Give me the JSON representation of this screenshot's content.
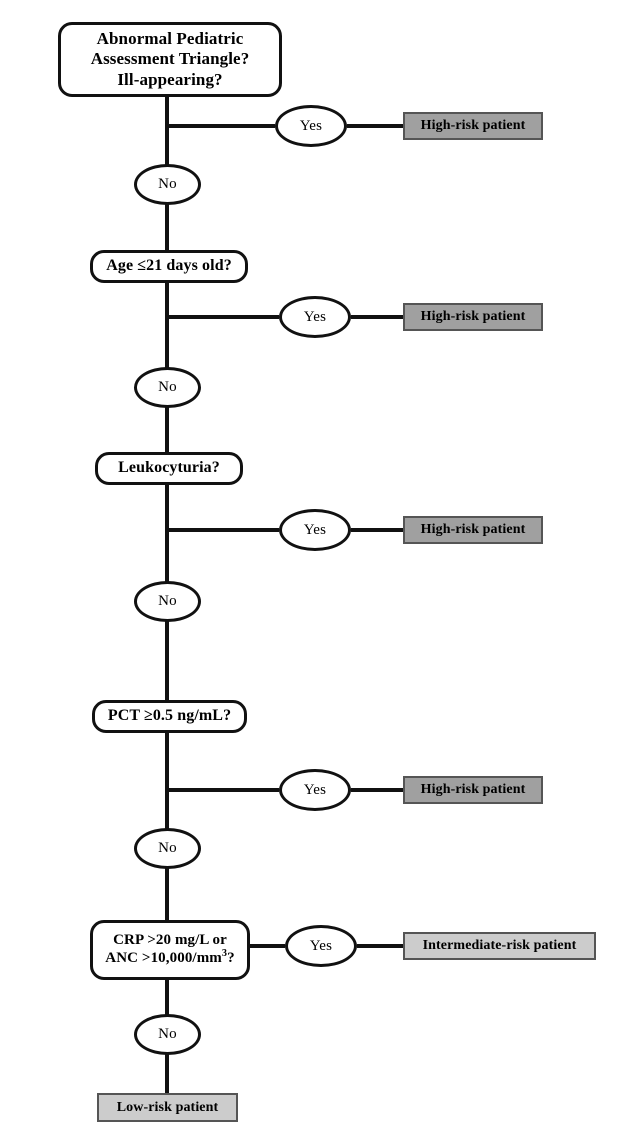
{
  "diagram": {
    "title": "Pediatric febrile infant risk stratification flowchart",
    "colors": {
      "stroke": "#111111",
      "high_risk_fill": "#a0a0a0",
      "intermediate_risk_fill": "#cccccc",
      "low_risk_fill": "#cccccc",
      "outcome_border": "#555555",
      "background": "#ffffff"
    },
    "labels": {
      "yes": "Yes",
      "no": "No"
    },
    "decisions": [
      {
        "id": "pat",
        "lines": [
          "Abnormal Pediatric",
          "Assessment Triangle?",
          "Ill-appearing?"
        ]
      },
      {
        "id": "age",
        "lines": [
          "Age ≤21 days old?"
        ]
      },
      {
        "id": "leukocyturia",
        "lines": [
          "Leukocyturia?"
        ]
      },
      {
        "id": "pct",
        "lines": [
          "PCT ≥0.5 ng/mL?"
        ]
      },
      {
        "id": "crp_anc",
        "lines": [
          "CRP >20 mg/L or",
          "ANC >10,000/mm³?"
        ]
      }
    ],
    "outcomes": [
      {
        "id": "high1",
        "label": "High-risk patient",
        "risk": "high"
      },
      {
        "id": "high2",
        "label": "High-risk patient",
        "risk": "high"
      },
      {
        "id": "high3",
        "label": "High-risk patient",
        "risk": "high"
      },
      {
        "id": "high4",
        "label": "High-risk patient",
        "risk": "high"
      },
      {
        "id": "intermediate",
        "label": "Intermediate-risk patient",
        "risk": "intermediate"
      },
      {
        "id": "low",
        "label": "Low-risk patient",
        "risk": "low"
      }
    ],
    "branches": [
      {
        "from": "pat",
        "answer": "Yes",
        "to": "high1"
      },
      {
        "from": "pat",
        "answer": "No",
        "to": "age"
      },
      {
        "from": "age",
        "answer": "Yes",
        "to": "high2"
      },
      {
        "from": "age",
        "answer": "No",
        "to": "leukocyturia"
      },
      {
        "from": "leukocyturia",
        "answer": "Yes",
        "to": "high3"
      },
      {
        "from": "leukocyturia",
        "answer": "No",
        "to": "pct"
      },
      {
        "from": "pct",
        "answer": "Yes",
        "to": "high4"
      },
      {
        "from": "pct",
        "answer": "No",
        "to": "crp_anc"
      },
      {
        "from": "crp_anc",
        "answer": "Yes",
        "to": "intermediate"
      },
      {
        "from": "crp_anc",
        "answer": "No",
        "to": "low"
      }
    ]
  }
}
